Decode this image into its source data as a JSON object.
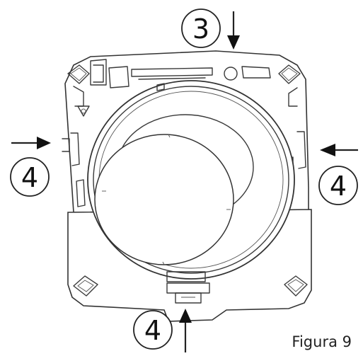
{
  "figure": {
    "caption": "Figura 9"
  },
  "callouts": [
    {
      "id": "top",
      "number": "3",
      "arrow": "down"
    },
    {
      "id": "left",
      "number": "4",
      "arrow": "right"
    },
    {
      "id": "right",
      "number": "4",
      "arrow": "left"
    },
    {
      "id": "bottom",
      "number": "4",
      "arrow": "up"
    }
  ],
  "icons": {
    "plate": "mounting-plate-icon",
    "arrow": "arrow-icon"
  },
  "colors": {
    "line": "#333333",
    "arrow": "#111111",
    "background": "#ffffff"
  }
}
